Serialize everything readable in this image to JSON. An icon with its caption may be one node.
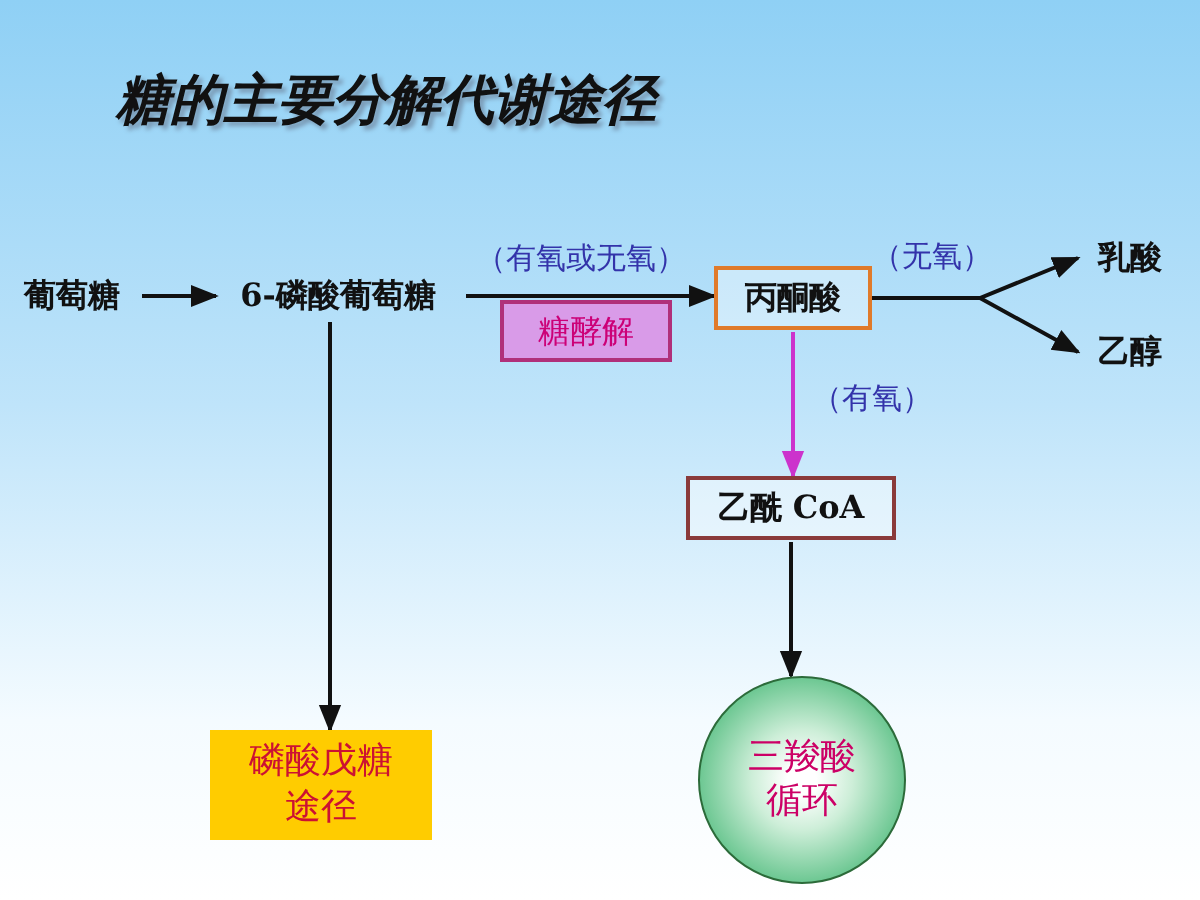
{
  "diagram": {
    "title": "糖的主要分解代谢途径",
    "nodes": [
      {
        "text": [
          "葡萄糖"
        ]
      },
      {
        "text": [
          "6-磷酸葡萄糖"
        ]
      },
      {
        "text": [
          "丙酮酸"
        ]
      },
      {
        "text": [
          "糖酵解"
        ]
      },
      {
        "text": [
          "乳酸"
        ]
      },
      {
        "text": [
          "乙醇"
        ]
      },
      {
        "text": [
          "乙酰 CoA"
        ]
      },
      {
        "text": [
          "磷酸戊糖途径"
        ]
      },
      {
        "text": [
          "三羧酸循环"
        ]
      }
    ],
    "edges": [
      {
        "from": 0,
        "to": 1,
        "arrow": "to"
      },
      {
        "from": 1,
        "to": 2,
        "arrow": "to",
        "label": "（有氧或无氧）"
      },
      {
        "from": 2,
        "to": 4,
        "arrow": "to",
        "label": "（无氧）"
      },
      {
        "from": 2,
        "to": 5,
        "arrow": "to"
      },
      {
        "from": 2,
        "to": 6,
        "arrow": "to",
        "label": "（有氧）",
        "color": "#cc33cc"
      },
      {
        "from": 1,
        "to": 7,
        "arrow": "to"
      },
      {
        "from": 6,
        "to": 8,
        "arrow": "to"
      }
    ]
  }
}
